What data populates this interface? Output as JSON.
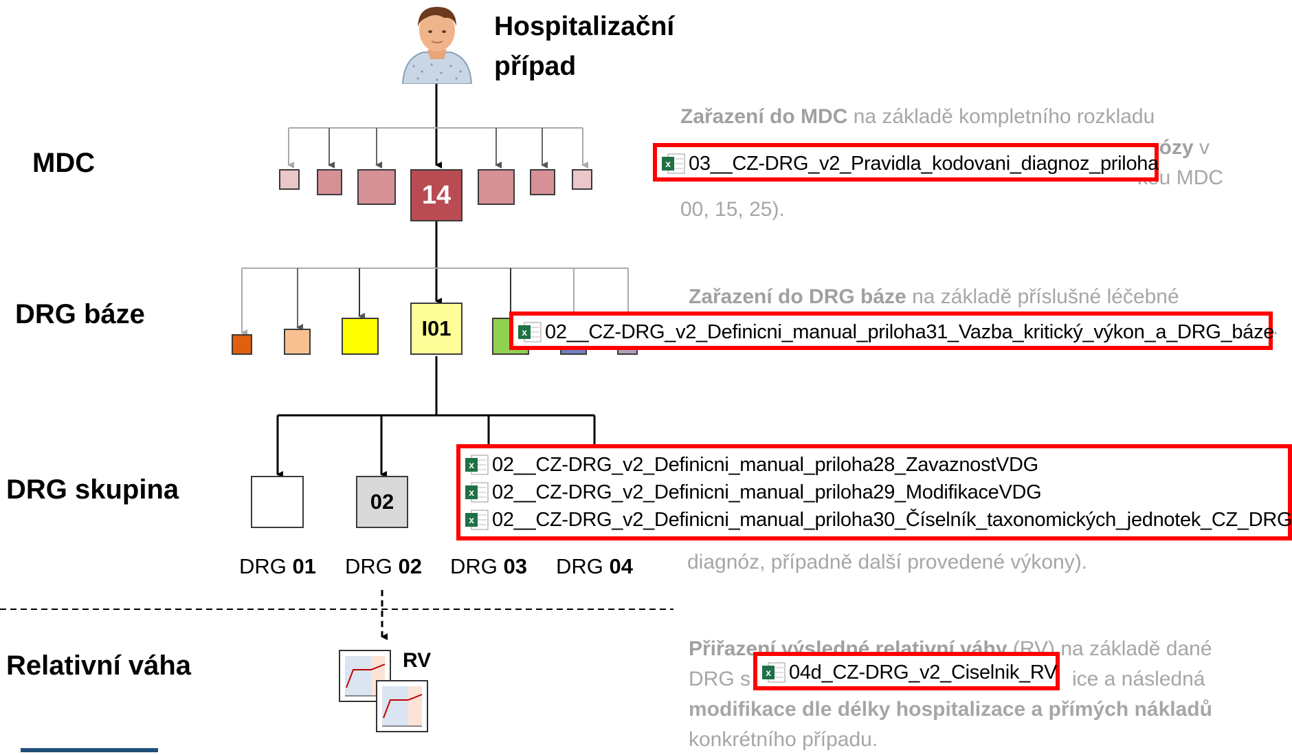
{
  "title": {
    "line1": "Hospitalizační",
    "line2": "případ"
  },
  "levels": {
    "mdc": "MDC",
    "drg_baze": "DRG báze",
    "drg_skupina": "DRG skupina",
    "relativni_vaha": "Relativní váha"
  },
  "boxes": {
    "mdc_selected": "14",
    "baze_selected": "I01",
    "skupina_selected": "02",
    "rv": "RV"
  },
  "drg_labels": [
    {
      "prefix": "DRG ",
      "num": "01"
    },
    {
      "prefix": "DRG ",
      "num": "02"
    },
    {
      "prefix": "DRG ",
      "num": "03"
    },
    {
      "prefix": "DRG ",
      "num": "04"
    }
  ],
  "descriptions": {
    "mdc": {
      "line1_bold": "Zařazení do MDC",
      "line1_rest": " na základě kompletního rozkladu",
      "line2_rest": "gnózy",
      "line2_tail": " v",
      "line3_rest": "kou MDC",
      "line4": "00, 15, 25)."
    },
    "baze": {
      "line1_bold": "Zařazení do DRG báze",
      "line1_rest": " na základě příslušné léčebné",
      "tail": ")."
    },
    "skupina": {
      "line_last": "diagnóz, případně další provedené výkony)."
    },
    "rv": {
      "line1_bold": "Přiřazení výsledné relativní váhy",
      "line1_rest": " (RV) na základě dané",
      "line2_a": "DRG s",
      "line2_b": "ice a následná",
      "line3_bold": "modifikace dle délky hospitalizace a přímých nákladů",
      "line4": "konkrétního případu."
    }
  },
  "files": {
    "mdc": [
      "03__CZ-DRG_v2_Pravidla_kodovani_diagnoz_priloha"
    ],
    "baze": [
      "02__CZ-DRG_v2_Definicni_manual_priloha31_Vazba_kritický_výkon_a_DRG_báze"
    ],
    "skupina": [
      "02__CZ-DRG_v2_Definicni_manual_priloha28_ZavaznostVDG",
      "02__CZ-DRG_v2_Definicni_manual_priloha29_ModifikaceVDG",
      "02__CZ-DRG_v2_Definicni_manual_priloha30_Číselník_taxonomických_jednotek_CZ_DRG"
    ],
    "rv": [
      "04d_CZ-DRG_v2_Ciselnik_RV"
    ]
  },
  "colors": {
    "mdc_box": "#d59196",
    "mdc_selected": "#b94c52",
    "highlight": "#ff0000",
    "desc_text": "#a6a6a6"
  }
}
